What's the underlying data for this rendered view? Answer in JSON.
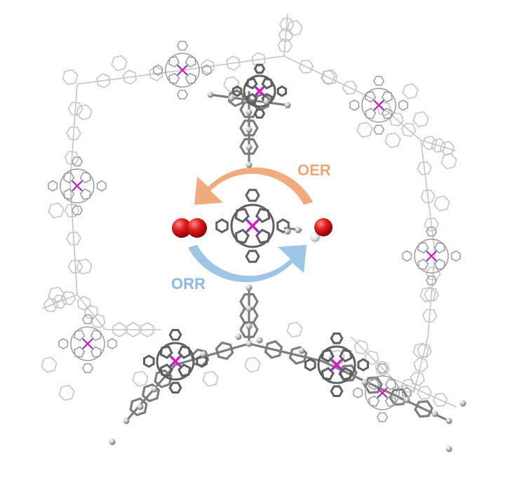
{
  "diagram": {
    "labels": {
      "oer": "OER",
      "orr": "ORR"
    },
    "colors": {
      "oer_arrow": "#f2ab7d",
      "orr_arrow": "#9ec4e6",
      "oer_text": "#eea578",
      "orr_text": "#8fb8de",
      "oxygen": "#d11414",
      "hydrogen": "#dedede",
      "metal_center": "#d11fc0",
      "nitrogen": "#2a63d8",
      "framework_bond": "#c9c9c9",
      "framework_bond_dark": "#8a8a8a"
    },
    "molecules": {
      "left": "O2",
      "right": "H2O"
    },
    "icons": {
      "oer_arrow": "curved-arrow-left-icon",
      "orr_arrow": "curved-arrow-right-icon"
    }
  }
}
